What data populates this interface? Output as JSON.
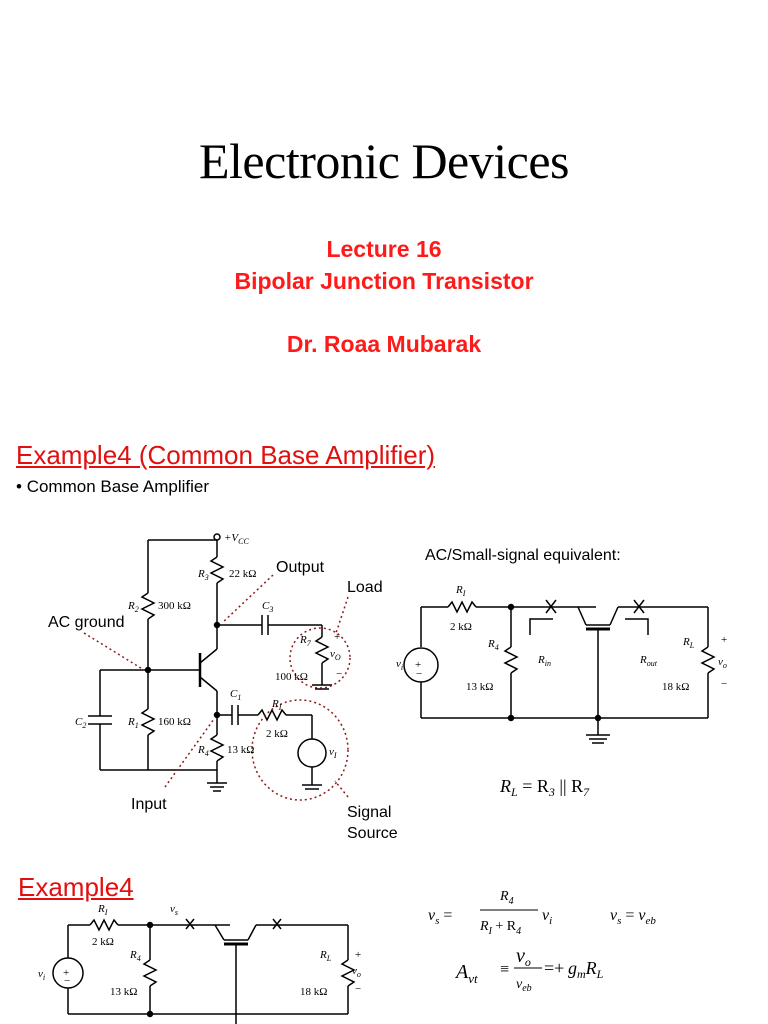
{
  "title": "Electronic Devices",
  "lecture": "Lecture 16",
  "topic": "Bipolar Junction Transistor",
  "author": "Dr. Roaa Mubarak",
  "example_heading": "Example4 (Common Base Amplifier)",
  "bullet": "Common Base Amplifier",
  "annotations": {
    "output": "Output",
    "load": "Load",
    "ac_ground": "AC ground",
    "input": "Input",
    "signal": "Signal",
    "source": "Source",
    "equiv_title": "AC/Small-signal equivalent:"
  },
  "circuit": {
    "vcc": "+V",
    "vcc_sub": "CC",
    "r3": "22 kΩ",
    "r2": "300 kΩ",
    "r1": "160 kΩ",
    "r4": "13 kΩ",
    "r7": "100 kΩ",
    "ri": "2 kΩ",
    "rl": "18 kΩ"
  },
  "formulas": {
    "rl_eq": "= R",
    "vs_eq": "v",
    "avt": "A"
  },
  "example_heading_2": "Example4",
  "colors": {
    "accent_red": "#ff1a1a",
    "annotation_dots": "#8b1a1a"
  }
}
